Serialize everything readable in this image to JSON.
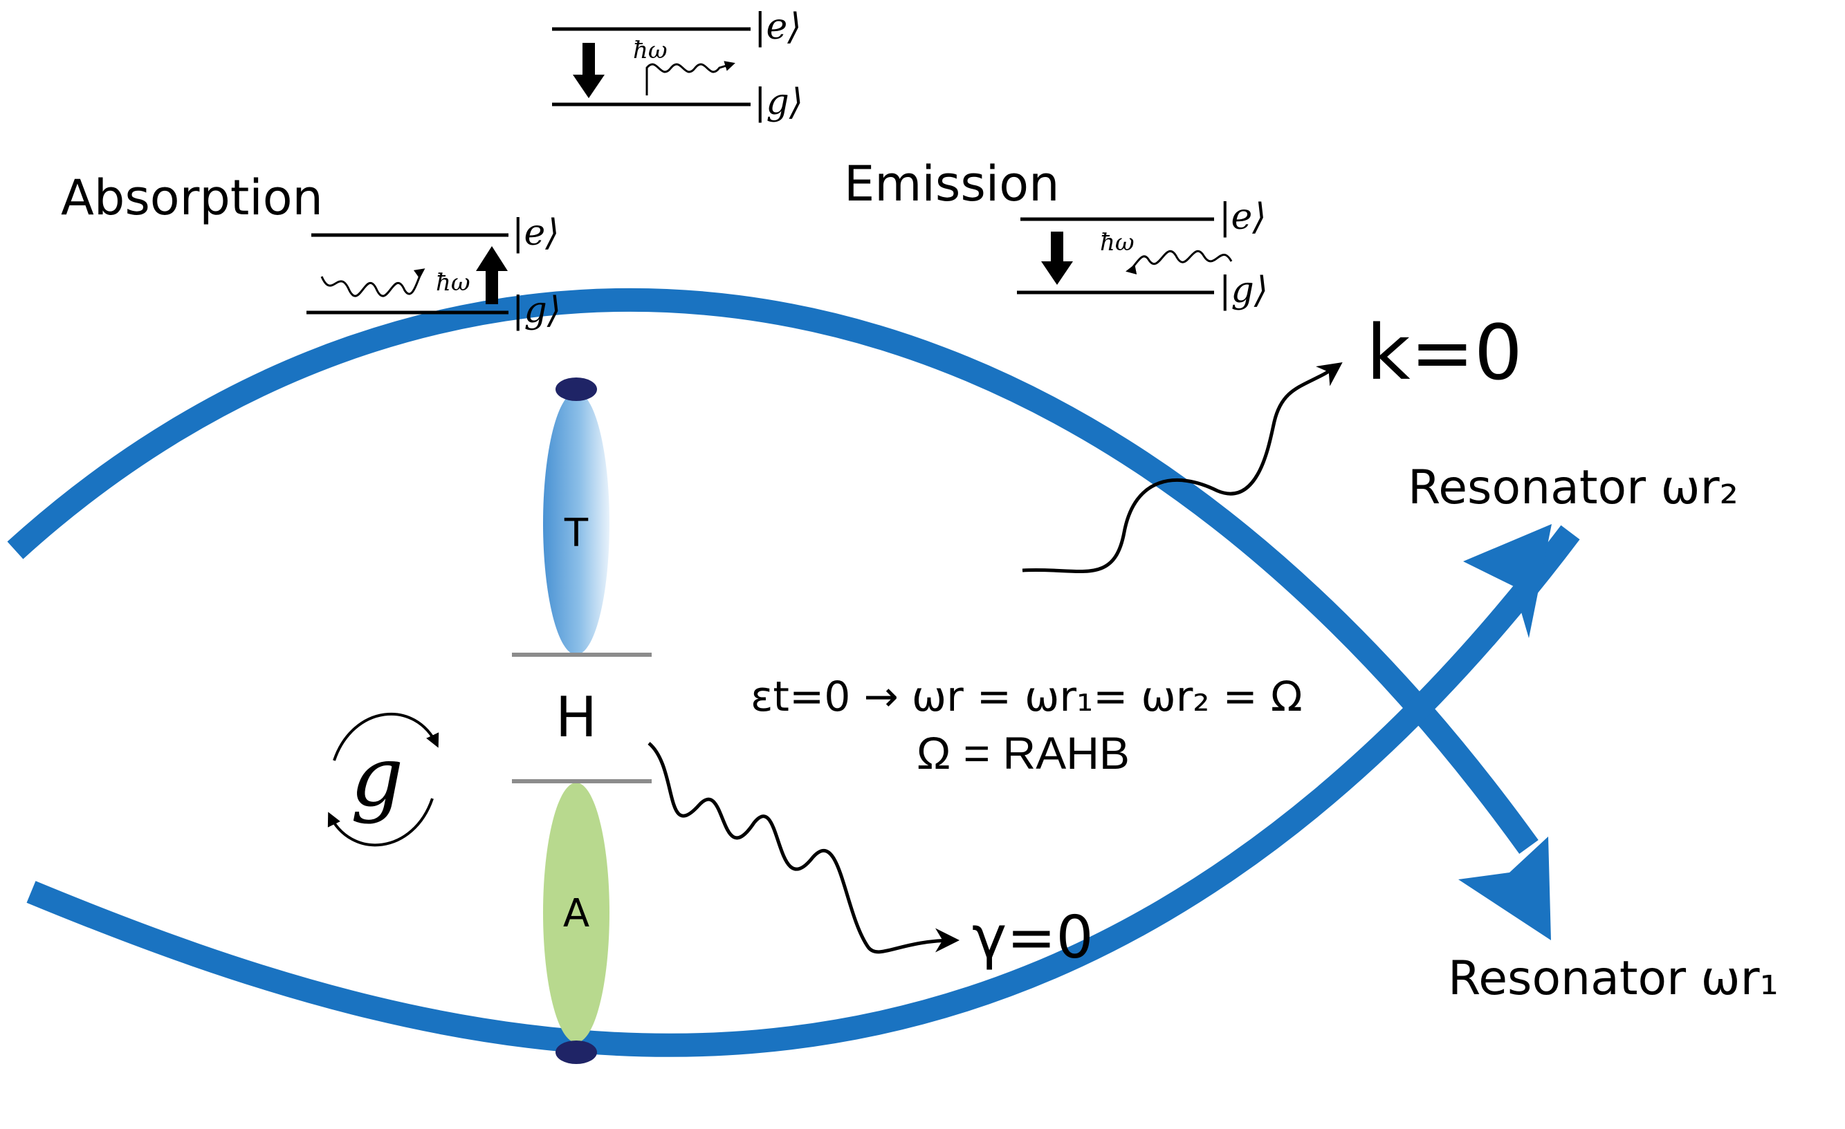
{
  "labels": {
    "absorption": "Absorption",
    "emission": "Emission",
    "k_zero": "k=0",
    "gamma_zero": "γ=0",
    "resonator_r2": "Resonator ωr₂",
    "resonator_r1": "Resonator ωr₁",
    "energy_relation": "εt=0 → ωr = ωr₁= ωr₂ = Ω",
    "omega_rahb": "Ω = RAHB",
    "g_symbol": "g"
  },
  "molecule": {
    "top": "T",
    "middle": "H",
    "bottom": "A"
  },
  "levels": {
    "excited": "|e⟩",
    "ground": "|g⟩",
    "photon": "ħω"
  },
  "colors": {
    "resonator": "#1a73c1",
    "node": "#1f2466",
    "ellipse_top": "#5b9fd8",
    "ellipse_bottom": "#b8d98e",
    "separator": "#8c8c8c",
    "ink": "#000000"
  }
}
